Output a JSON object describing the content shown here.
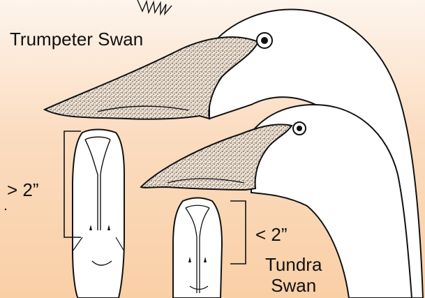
{
  "labels": {
    "trumpeter": "Trumpeter Swan",
    "greater_than": "> 2”",
    "less_than": "< 2”",
    "tundra_line1": "Tundra",
    "tundra_line2": "Swan"
  },
  "colors": {
    "background_top": "#fdf4ec",
    "background_bottom": "#f9cfa6",
    "ink": "#111111",
    "head": "#ffffff",
    "bill_stipple": "#6b5a4a"
  }
}
